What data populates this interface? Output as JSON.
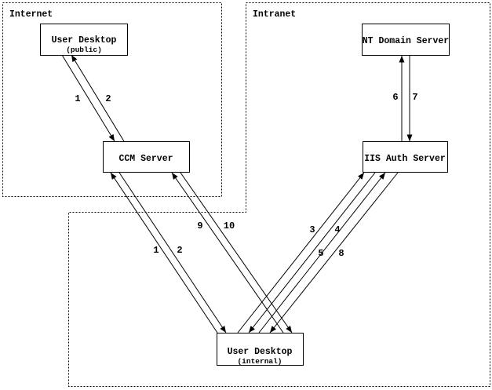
{
  "diagram": {
    "colors": {
      "line": "#000000",
      "background": "#ffffff"
    },
    "regions": {
      "internet": {
        "label": "Internet"
      },
      "intranet": {
        "label": "Intranet"
      }
    },
    "nodes": {
      "user_desktop_public": {
        "title": "User Desktop",
        "subtitle": "(public)"
      },
      "ccm_server": {
        "title": "CCM Server"
      },
      "nt_domain_server": {
        "title": "NT Domain Server"
      },
      "iis_auth_server": {
        "title": "IIS Auth Server"
      },
      "user_desktop_internal": {
        "title": "User Desktop",
        "subtitle": "(internal)"
      }
    },
    "edges": [
      {
        "label": "1",
        "from": "user_desktop_public",
        "to": "ccm_server"
      },
      {
        "label": "2",
        "from": "ccm_server",
        "to": "user_desktop_public"
      },
      {
        "label": "1",
        "from": "user_desktop_internal",
        "to": "ccm_server"
      },
      {
        "label": "2",
        "from": "ccm_server",
        "to": "user_desktop_internal"
      },
      {
        "label": "9",
        "from": "user_desktop_internal",
        "to": "ccm_server"
      },
      {
        "label": "10",
        "from": "ccm_server",
        "to": "user_desktop_internal"
      },
      {
        "label": "3",
        "from": "user_desktop_internal",
        "to": "iis_auth_server"
      },
      {
        "label": "4",
        "from": "iis_auth_server",
        "to": "user_desktop_internal"
      },
      {
        "label": "5",
        "from": "user_desktop_internal",
        "to": "iis_auth_server"
      },
      {
        "label": "8",
        "from": "iis_auth_server",
        "to": "user_desktop_internal"
      },
      {
        "label": "6",
        "from": "iis_auth_server",
        "to": "nt_domain_server"
      },
      {
        "label": "7",
        "from": "nt_domain_server",
        "to": "iis_auth_server"
      }
    ]
  }
}
